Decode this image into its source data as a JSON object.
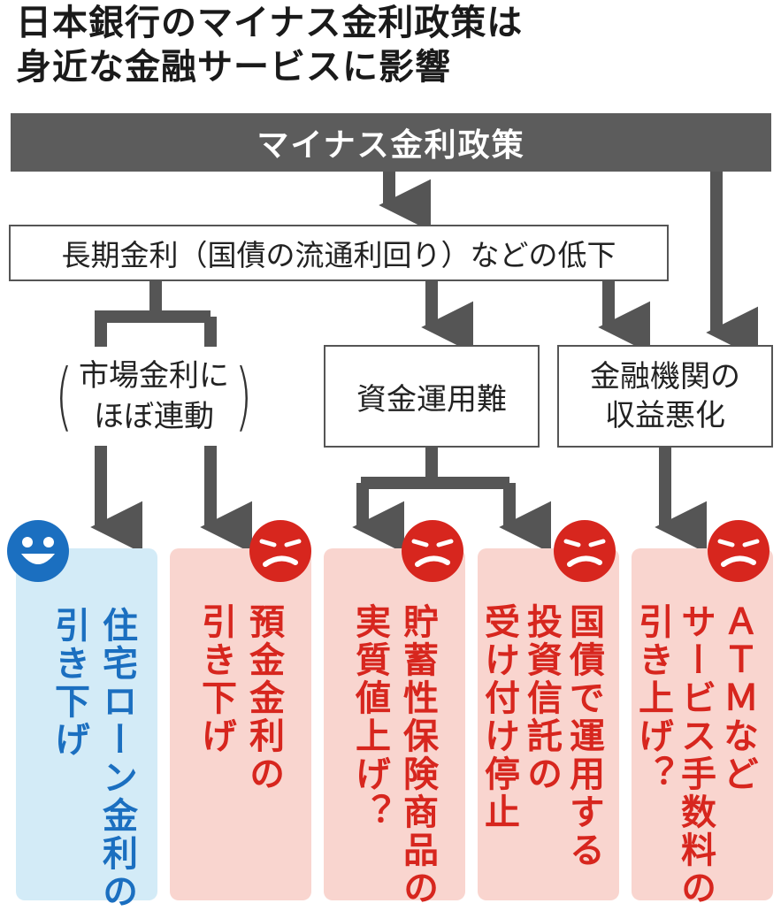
{
  "title": {
    "line1": "日本銀行のマイナス金利政策は",
    "line2": "身近な金融サービスに影響"
  },
  "diagram": {
    "top_box": "マイナス金利政策",
    "long_rate_box": "長期金利（国債の流通利回り）などの低下",
    "market_link": {
      "line1": "市場金利に",
      "line2": "ほぼ連動"
    },
    "shikin_box": "資金運用難",
    "kikan_box": {
      "line1": "金融機関の",
      "line2": "収益悪化"
    },
    "outcomes": [
      {
        "col1": "住宅ローン金利の",
        "col2": "引き下げ",
        "sentiment": "positive",
        "face": "smile-face-icon"
      },
      {
        "col1": "預金金利の",
        "col2": "引き下げ",
        "sentiment": "negative",
        "face": "sad-face-icon"
      },
      {
        "col1": "貯蓄性保険商品の",
        "col2": "実質値上げ？",
        "sentiment": "negative",
        "face": "sad-face-icon"
      },
      {
        "col1": "国債で運用する",
        "col2": "投資信託の",
        "col3": "受け付け停止",
        "sentiment": "negative",
        "face": "sad-face-icon"
      },
      {
        "col1": "ＡＴＭなど",
        "col2": "サービス手数料の",
        "col3": "引き上げ？",
        "sentiment": "negative",
        "face": "sad-face-icon"
      }
    ]
  },
  "colors": {
    "bar": "#5c5c5c",
    "connector": "#555555",
    "negative_text": "#d7261e",
    "negative_card": "#f9d5cf",
    "positive_text": "#1b6fc0",
    "positive_card": "#d3ebf7"
  }
}
